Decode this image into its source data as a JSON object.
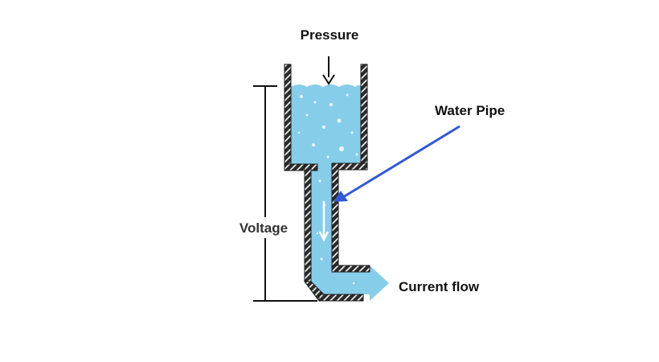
{
  "labels": {
    "pressure": "Pressure",
    "water_pipe": "Water Pipe",
    "voltage": "Voltage",
    "current_flow": "Current flow"
  },
  "colors": {
    "water": "#86cdea",
    "pipe_wall": "#2b2b2b",
    "pointer": "#3358d4",
    "text": "#111111"
  }
}
